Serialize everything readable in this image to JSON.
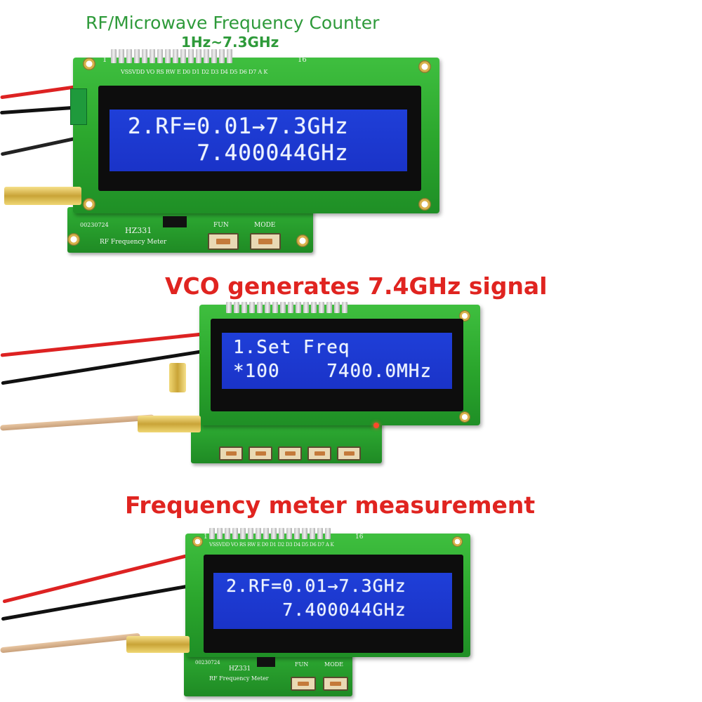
{
  "header": {
    "title": "RF/Microwave Frequency Counter",
    "range": "1Hz~7.3GHz"
  },
  "sections": {
    "vco_caption": "VCO generates 7.4GHz signal",
    "meter_caption": "Frequency meter measurement"
  },
  "counter_top": {
    "lcd_line1": "2.RF=0.01→7.3GHz",
    "lcd_line2": "     7.400044GHz",
    "pin_labels": "VSSVDD VO RS RW E D0 D1 D2 D3 D4 D5 D6 D7 A K",
    "pin_start": "1",
    "pin_end": "16",
    "serial": "00230724",
    "model": "HZ331",
    "board_label": "RF Frequency Meter",
    "fun_label": "FUN",
    "mode_label": "MODE"
  },
  "vco": {
    "lcd_line1": "1.Set Freq",
    "lcd_line2": "*100    7400.0MHz"
  },
  "counter_bottom": {
    "lcd_line1": "2.RF=0.01→7.3GHz",
    "lcd_line2": "     7.400044GHz",
    "pin_labels": "VSSVDD VO RS RW E D0 D1 D2 D3 D4 D5 D6 D7 A K",
    "pin_start": "1",
    "pin_end": "16",
    "serial": "00230724",
    "model": "HZ331",
    "board_label": "RF Frequency Meter",
    "fun_label": "FUN",
    "mode_label": "MODE"
  },
  "colors": {
    "pcb_green": "#2aa52c",
    "lcd_blue": "#1f3fd8",
    "caption_red": "#e02420",
    "title_green": "#2e9a3a"
  }
}
